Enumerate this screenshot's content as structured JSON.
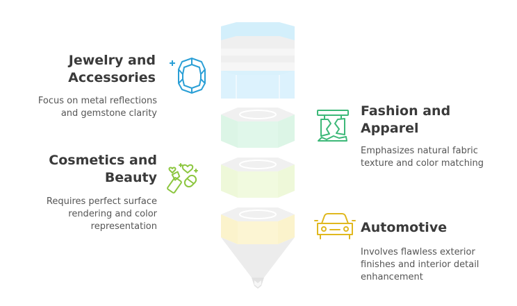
{
  "colors": {
    "jewelry": "#2a9fd6",
    "fashion": "#3cb878",
    "cosmetics": "#8cc63f",
    "automotive": "#e0b81e",
    "title": "#3a3a3a",
    "description": "#555555",
    "funnel_tip": "#e8e8e8"
  },
  "items": [
    {
      "title": "Jewelry and\nAccessories",
      "description": "Focus on metal reflections\nand gemstone clarity",
      "icon": "gemstone-icon"
    },
    {
      "title": "Fashion and\nApparel",
      "description": "Emphasizes natural fabric\ntexture and color matching",
      "icon": "clothing-rack-icon"
    },
    {
      "title": "Cosmetics and\nBeauty",
      "description": "Requires perfect surface\nrendering and color\nrepresentation",
      "icon": "lipstick-icon"
    },
    {
      "title": "Automotive",
      "description": "Involves flawless exterior\nfinishes and interior detail\nenhancement",
      "icon": "car-icon"
    }
  ]
}
